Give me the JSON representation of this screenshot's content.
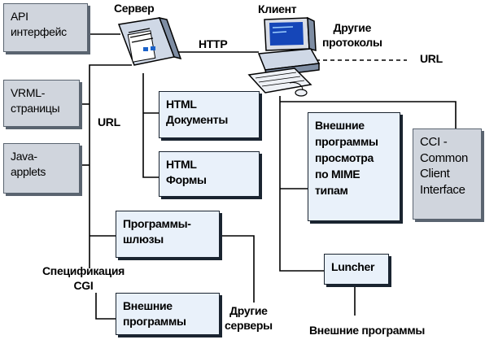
{
  "boxes": {
    "api": "API\nинтерфейс",
    "vrml": "VRML-\nстраницы",
    "java": "Java-\napplets",
    "html_docs": "HTML\nДокументы",
    "html_forms": "HTML\nФормы",
    "gateways": "Программы-\nшлюзы",
    "ext_programs_server": "Внешние\nпрограммы",
    "mime_viewers": "Внешние\nпрограммы\nпросмотра\nпо MIME\nтипам",
    "cci": "CCI -\nCommon\nClient\nInterface",
    "luncher": "Luncher"
  },
  "labels": {
    "server": "Сервер",
    "client": "Клиент",
    "http": "HTTP",
    "other_protocols": "Другие\nпротоколы",
    "url_right": "URL",
    "url_left": "URL",
    "cgi": "Спецификация\nCGI",
    "other_servers": "Другие\nсерверы",
    "ext_programs_client": "Внешние программы"
  },
  "colors": {
    "gray_box": "#d0d5dd",
    "blue_box": "#e9f1fa",
    "line": "#000000"
  }
}
